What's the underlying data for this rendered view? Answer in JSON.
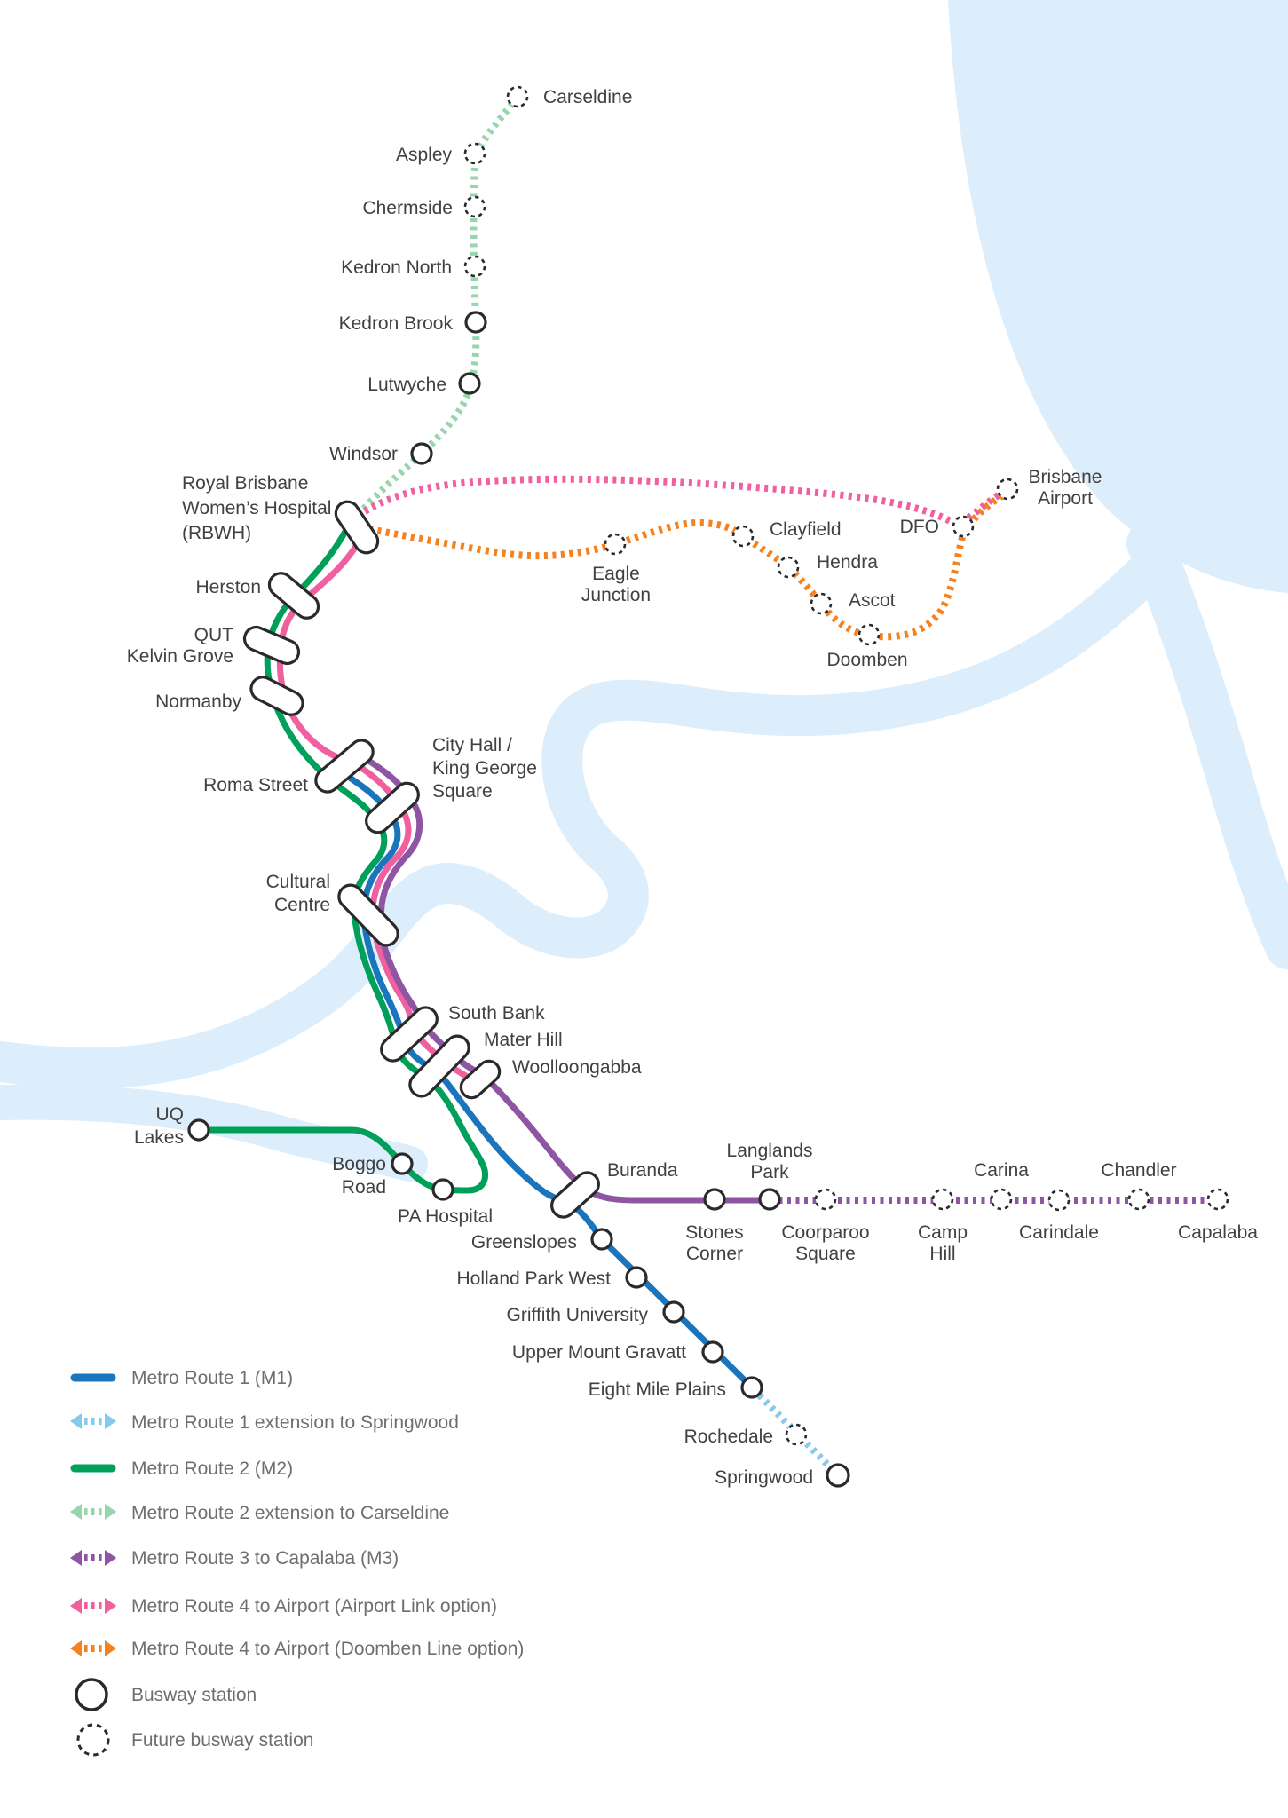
{
  "map": {
    "colors": {
      "m1": "#1b75bc",
      "m1ext": "#85c9ed",
      "m2": "#00a05b",
      "m2ext": "#97d5ad",
      "m3": "#8e55a3",
      "m4a": "#f0609f",
      "m4d": "#f58220",
      "water": "#dceefb",
      "station_outline": "#2a2a2c",
      "label_text": "#414042",
      "legend_text": "#6d6e71"
    },
    "stations": {
      "carseldine": "Carseldine",
      "aspley": "Aspley",
      "chermside": "Chermside",
      "kedron_north": "Kedron North",
      "kedron_brook": "Kedron Brook",
      "lutwyche": "Lutwyche",
      "windsor": "Windsor",
      "rbwh": [
        "Royal Brisbane",
        "Women’s Hospital",
        "(RBWH)"
      ],
      "herston": "Herston",
      "qut": [
        "QUT",
        "Kelvin Grove"
      ],
      "normanby": "Normanby",
      "roma_street": "Roma Street",
      "city_hall": [
        "City Hall /",
        "King George",
        "Square"
      ],
      "cultural_centre": [
        "Cultural",
        "Centre"
      ],
      "south_bank": "South Bank",
      "mater_hill": "Mater Hill",
      "woolloongabba": "Woolloongabba",
      "uq_lakes": [
        "UQ",
        "Lakes"
      ],
      "boggo_road": [
        "Boggo",
        "Road"
      ],
      "pa_hospital": "PA Hospital",
      "buranda": "Buranda",
      "stones_corner": [
        "Stones",
        "Corner"
      ],
      "langlands_park": [
        "Langlands",
        "Park"
      ],
      "coorparoo_square": [
        "Coorparoo",
        "Square"
      ],
      "camp_hill": [
        "Camp",
        "Hill"
      ],
      "carina": "Carina",
      "carindale": "Carindale",
      "chandler": "Chandler",
      "capalaba": "Capalaba",
      "greenslopes": "Greenslopes",
      "holland_park_west": "Holland Park West",
      "griffith_university": "Griffith University",
      "upper_mount_gravatt": "Upper Mount Gravatt",
      "eight_mile_plains": "Eight Mile Plains",
      "rochedale": "Rochedale",
      "springwood": "Springwood",
      "eagle_junction": [
        "Eagle",
        "Junction"
      ],
      "clayfield": "Clayfield",
      "hendra": "Hendra",
      "ascot": "Ascot",
      "doomben": "Doomben",
      "dfo": "DFO",
      "brisbane_airport": [
        "Brisbane",
        "Airport"
      ]
    },
    "legend": {
      "items": [
        {
          "label": "Metro Route 1 (M1)",
          "style": "solid",
          "color_key": "m1"
        },
        {
          "label": "Metro Route 1 extension to Springwood",
          "style": "dashed-arrows",
          "color_key": "m1ext"
        },
        {
          "label": "Metro Route 2 (M2)",
          "style": "solid",
          "color_key": "m2"
        },
        {
          "label": "Metro Route 2 extension to Carseldine",
          "style": "dashed-arrows",
          "color_key": "m2ext"
        },
        {
          "label": "Metro Route 3 to Capalaba (M3)",
          "style": "dashed-arrows",
          "color_key": "m3"
        },
        {
          "label": "Metro Route 4 to Airport (Airport Link option)",
          "style": "dashed-arrows",
          "color_key": "m4a"
        },
        {
          "label": "Metro Route 4 to Airport (Doomben Line option)",
          "style": "dashed-arrows",
          "color_key": "m4d"
        },
        {
          "label": "Busway station",
          "style": "circle-solid"
        },
        {
          "label": "Future busway station",
          "style": "circle-dashed"
        }
      ]
    }
  }
}
